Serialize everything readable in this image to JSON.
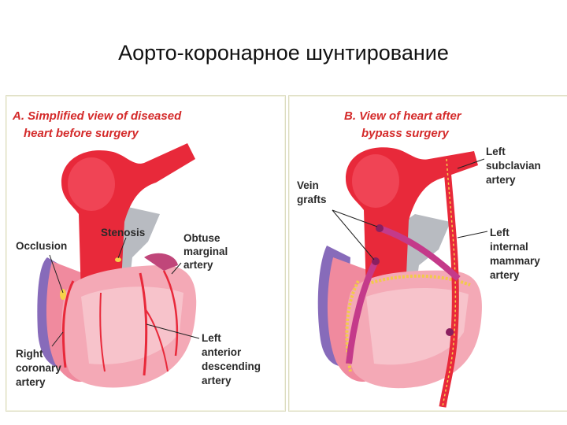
{
  "slide": {
    "title": "Аорто-коронарное шунтирование"
  },
  "panel_a": {
    "caption_line1": "A. Simplified view of diseased",
    "caption_line2": "heart before surgery",
    "labels": {
      "occlusion": "Occlusion",
      "stenosis": "Stenosis",
      "obtuse_1": "Obtuse",
      "obtuse_2": "marginal",
      "obtuse_3": "artery",
      "right_1": "Right",
      "right_2": "coronary",
      "right_3": "artery",
      "lad_1": "Left",
      "lad_2": "anterior",
      "lad_3": "descending",
      "lad_4": "artery"
    }
  },
  "panel_b": {
    "caption_line1": "B. View of heart after",
    "caption_line2": "bypass surgery",
    "labels": {
      "vein_1": "Vein",
      "vein_2": "grafts",
      "subclavian_1": "Left",
      "subclavian_2": "subclavian",
      "subclavian_3": "artery",
      "mammary_1": "Left",
      "mammary_2": "internal",
      "mammary_3": "mammary",
      "mammary_4": "artery"
    }
  },
  "colors": {
    "aorta": "#e8293a",
    "heart": "#f3a2b0",
    "heart_light": "#f7c6cf",
    "vein": "#7f5fb8",
    "pulmonary": "#b9bcc2",
    "graft": "#c43a8a",
    "caption": "#d42a2a"
  }
}
